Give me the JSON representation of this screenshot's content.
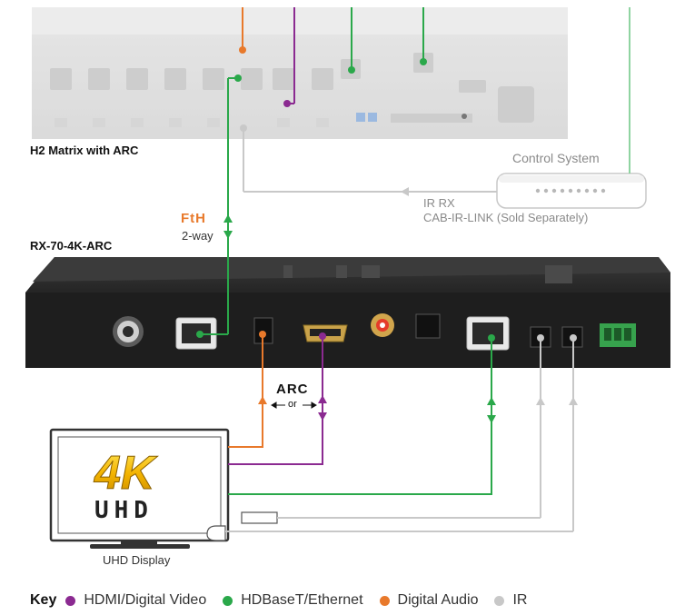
{
  "labels": {
    "matrix": "H2 Matrix with ARC",
    "receiver": "RX-70-4K-ARC",
    "control_system": "Control System",
    "ir_rx": "IR RX",
    "cab_ir_link": "CAB-IR-LINK (Sold Separately)",
    "two_way": "2-way",
    "arc": "ARC",
    "or": "or",
    "display": "UHD Display",
    "display_4k": "4K",
    "display_uhd": "UHD",
    "fth_logo": "FtH"
  },
  "key": {
    "title": "Key",
    "items": [
      {
        "label": "HDMI/Digital Video",
        "color": "#8b2a91"
      },
      {
        "label": "HDBaseT/Ethernet",
        "color": "#2aa84a"
      },
      {
        "label": "Digital Audio",
        "color": "#e8792b"
      },
      {
        "label": "IR",
        "color": "#c8c8c8"
      }
    ]
  },
  "colors": {
    "hdmi": "#8b2a91",
    "hdbaset": "#2aa84a",
    "audio": "#e8792b",
    "ir": "#c8c8c8",
    "hdbaset_light": "#8fd4a1"
  }
}
